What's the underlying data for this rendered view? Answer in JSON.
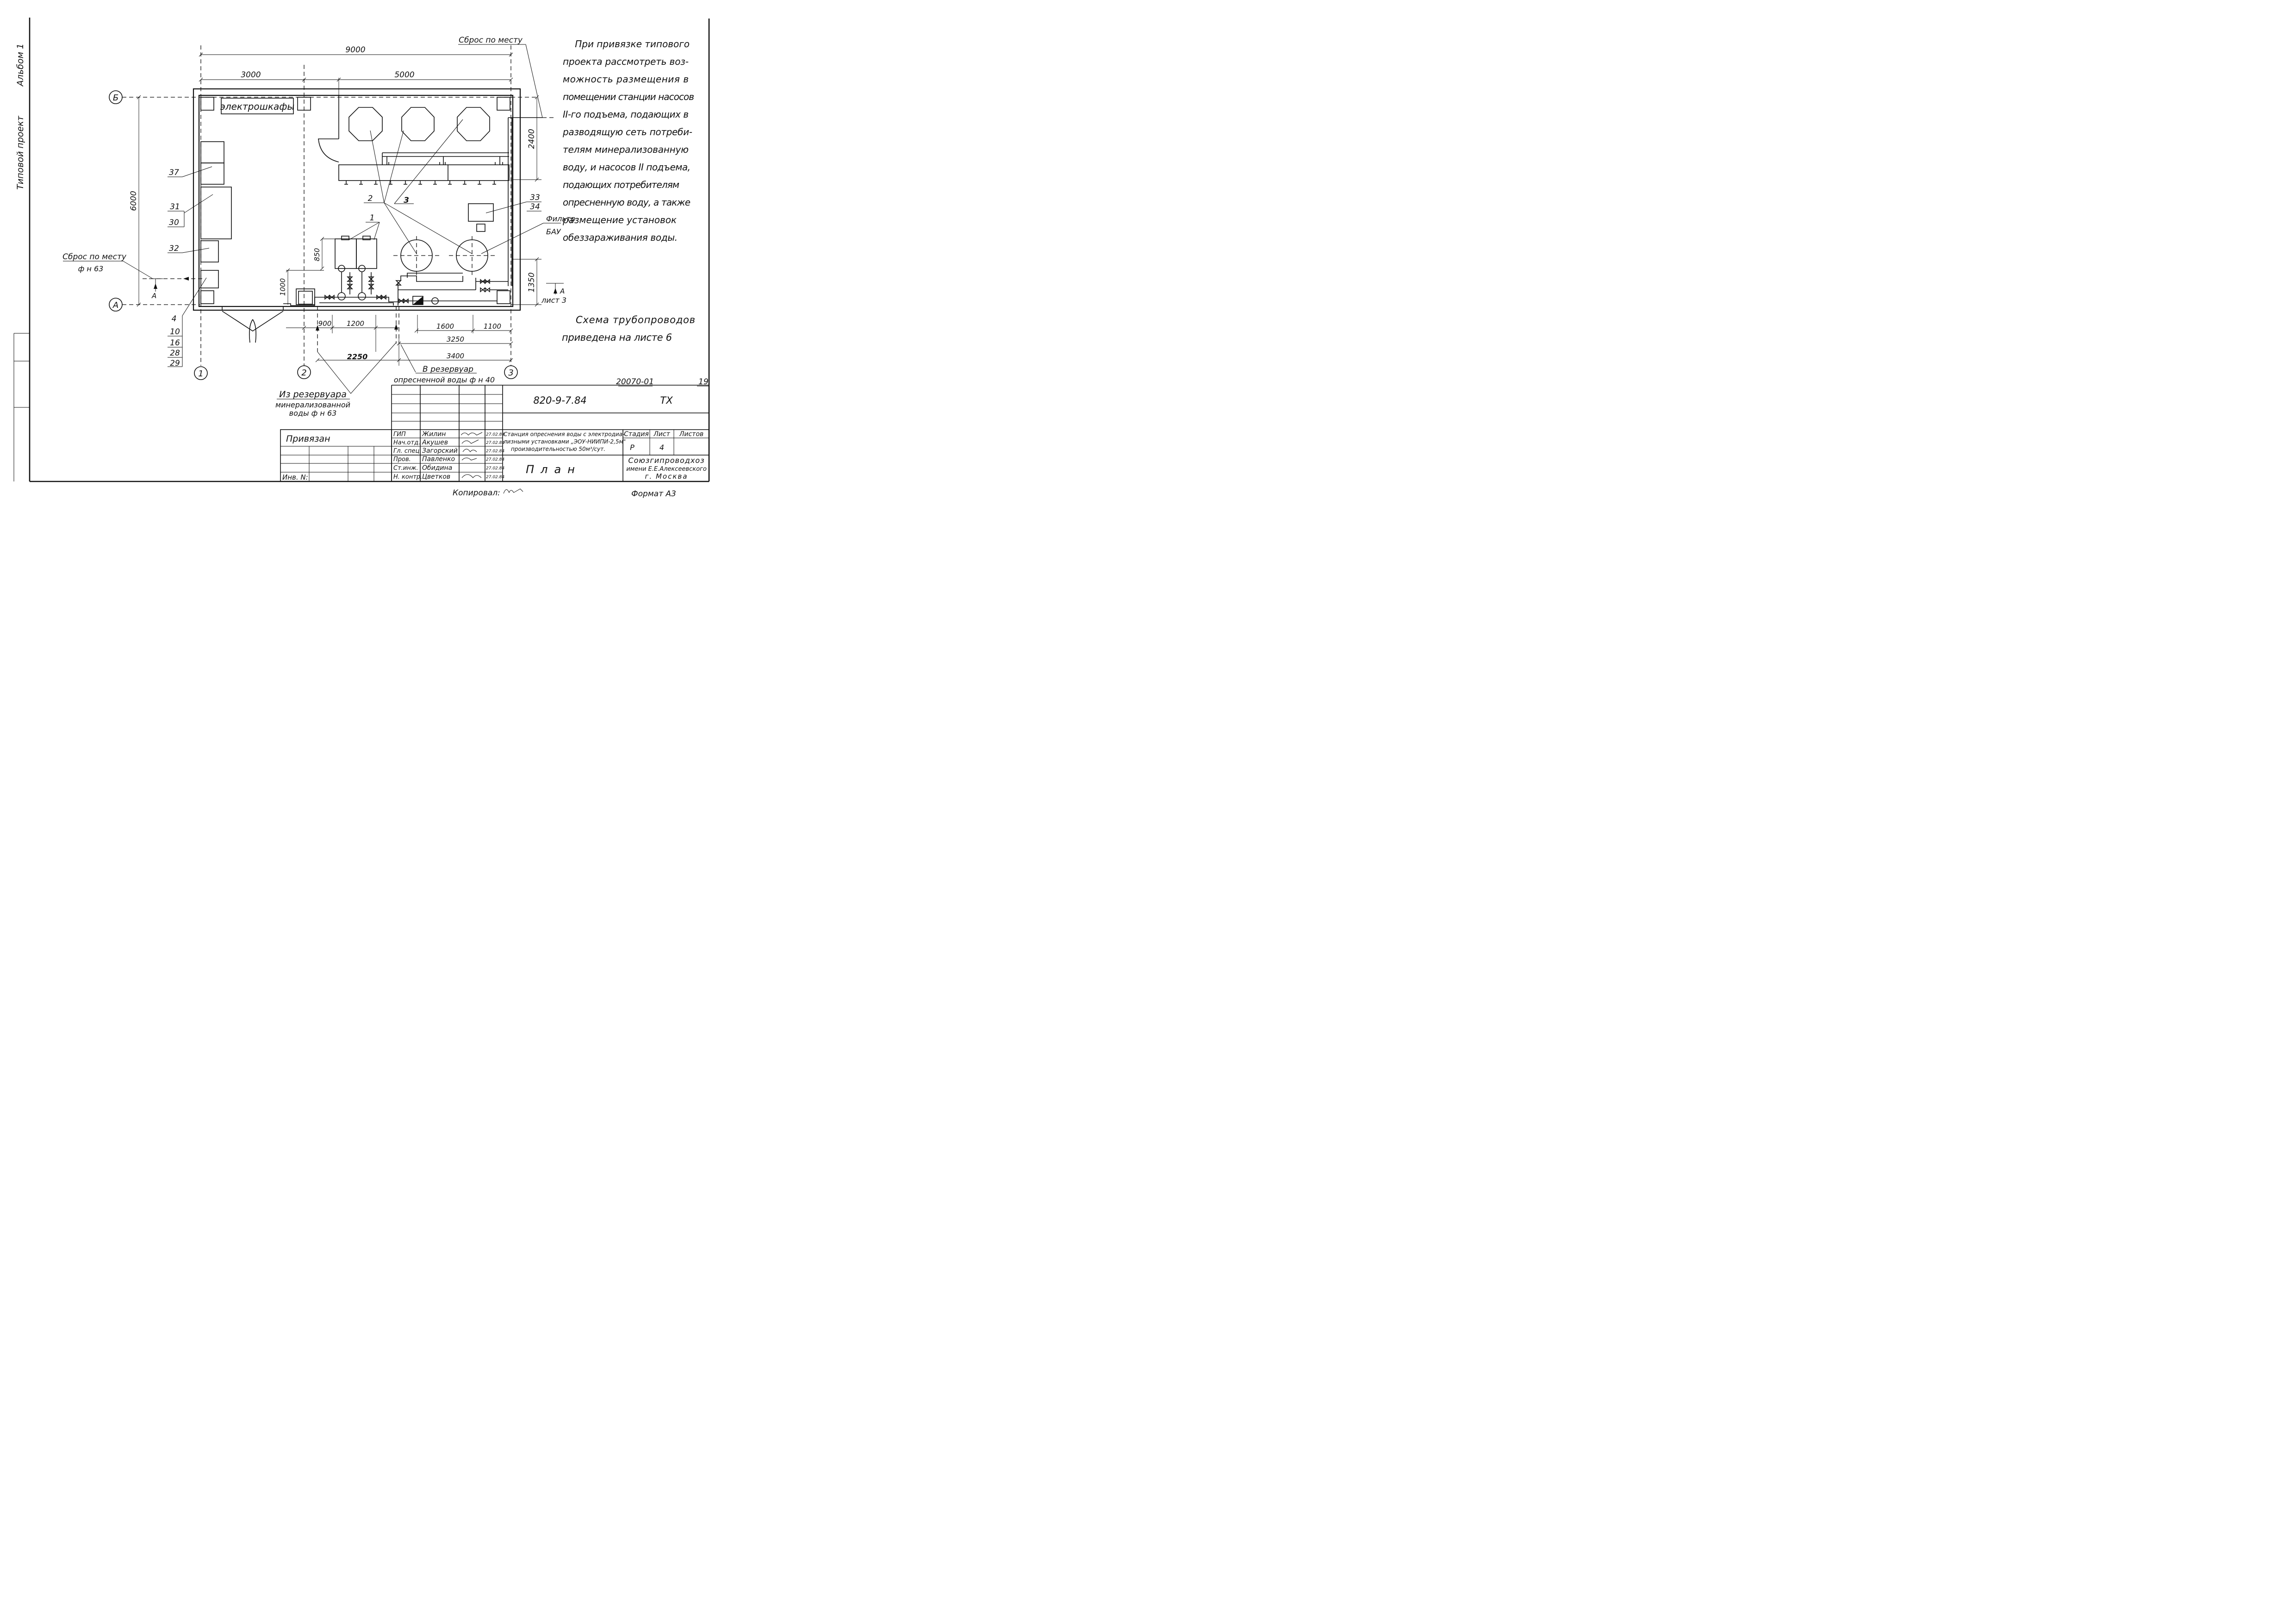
{
  "side_labels": {
    "album": "Альбом 1",
    "project": "Типовой проект"
  },
  "dims": {
    "d9000": "9000",
    "d3000": "3000",
    "d5000": "5000",
    "d6000": "6000",
    "d2400": "2400",
    "d1350": "1350",
    "d850": "850",
    "d1000": "1000",
    "d900": "900",
    "d1200": "1200",
    "d1600": "1600",
    "d1100": "1100",
    "d3250": "3250",
    "d3400": "3400",
    "d2250": "2250"
  },
  "axes": {
    "b": "Б",
    "a": "А",
    "n1": "1",
    "n2": "2",
    "n3": "3"
  },
  "labels": {
    "discharge_top": "Сброс по месту",
    "discharge_left": "Сброс по месту",
    "discharge_left_dia": "ф н 63",
    "cabinets": "электрошкафы",
    "p37": "37",
    "p31": "31",
    "p30": "30",
    "p32": "32",
    "p4": "4",
    "p10": "10",
    "p16": "16",
    "p28": "28",
    "p29": "29",
    "p1": "1",
    "p2": "2",
    "p3": "3",
    "p33": "33",
    "p34": "34",
    "filter": "Фильтр",
    "bau": "БАУ",
    "section_a": "А",
    "sheet3": "лист 3",
    "to_reservoir_1": "В резервуар",
    "to_reservoir_2": "опресненной воды ф н 40",
    "from_reservoir_1": "Из резервуара",
    "from_reservoir_2": "минерализованной",
    "from_reservoir_3": "воды ф н 63"
  },
  "note_lines": [
    "При привязке типового",
    "проекта рассмотреть воз-",
    "можность размещения в",
    "помещении станции насосов",
    "II-го подъема, подающих в",
    "разводящую сеть потреби-",
    "телям минерализованную",
    "воду, и насосов II подъема,",
    "подающих потребителям",
    "опресненную воду, а также",
    "размещение установок",
    "обеззараживания воды."
  ],
  "scheme_note": [
    "Схема трубопроводов",
    "приведена на листе 6"
  ],
  "stamp": {
    "doc_number": "20070-01",
    "sheet_number": "19",
    "code": "820-9-7.84",
    "mark": "ТХ",
    "bound": "Привязан",
    "inv": "Инв. N:",
    "roles": [
      "ГИП",
      "Нач.отд.",
      "Гл. спец.",
      "Пров.",
      "Ст.инж.",
      "Н. контр."
    ],
    "names": [
      "Жилин",
      "Акушев",
      "Загорский",
      "Павленко",
      "Обидина",
      "Цветков"
    ],
    "dates": [
      "27.02.84",
      "27.02.84",
      "27.02.84",
      "27.02.84",
      "27.02.84",
      "27.02.84"
    ],
    "title_lines": [
      "Станция опреснения воды с электродиа-",
      "лизными установками „ЭОУ-НИИПИ-2,5м\"",
      "производительностью 50м³/сут."
    ],
    "stage_h": "Стадия",
    "sheet_h": "Лист",
    "sheets_h": "Листов",
    "stage": "Р",
    "sheet": "4",
    "sheet_title": "План",
    "org": [
      "Союзгипроводхоз",
      "имени Е.Е.Алексеевского",
      "г. Москва"
    ]
  },
  "footer": {
    "copied": "Копировал:",
    "format": "Формат А3"
  }
}
